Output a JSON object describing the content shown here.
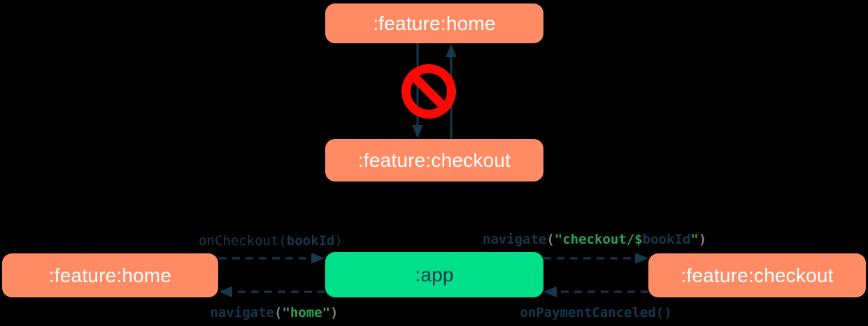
{
  "colors": {
    "background": "#000000",
    "module_box": "#FF8B65",
    "app_box": "#00E08A",
    "navy": "#16384E",
    "box_text": "#FFFFFF",
    "code_green": "#2BA356",
    "code_gray": "#808080",
    "forbidden_red": "#F90B05"
  },
  "icons": {
    "forbidden": "no-entry-icon"
  },
  "top_diagram": {
    "home_label": ":feature:home",
    "checkout_label": ":feature:checkout"
  },
  "bottom_diagram": {
    "home_label": ":feature:home",
    "app_label": ":app",
    "checkout_label": ":feature:checkout"
  },
  "call_labels": {
    "on_checkout": {
      "text": "onCheckout(bookId)",
      "segments": [
        {
          "text": "onCheckout(",
          "cls": "navy"
        },
        {
          "text": "bookId",
          "cls": "navy-b"
        },
        {
          "text": ")",
          "cls": "navy"
        }
      ]
    },
    "navigate_home": {
      "text": "navigate(\"home\")",
      "segments": [
        {
          "text": "navigate",
          "cls": "navy-b"
        },
        {
          "text": "(\"",
          "cls": "gray"
        },
        {
          "text": "home",
          "cls": "green-b"
        },
        {
          "text": "\")",
          "cls": "gray"
        }
      ]
    },
    "navigate_checkout": {
      "text": "navigate(\"checkout/$bookId\")",
      "segments": [
        {
          "text": "navigate",
          "cls": "navy-b"
        },
        {
          "text": "(",
          "cls": "gray"
        },
        {
          "text": "\"checkout/$",
          "cls": "green-b"
        },
        {
          "text": "bookId",
          "cls": "navy-b"
        },
        {
          "text": "\"",
          "cls": "green-b"
        },
        {
          "text": ")",
          "cls": "gray"
        }
      ]
    },
    "on_payment_canceled": {
      "text": "onPaymentCanceled()",
      "segments": [
        {
          "text": "onPaymentCanceled()",
          "cls": "navy-b"
        }
      ]
    }
  }
}
